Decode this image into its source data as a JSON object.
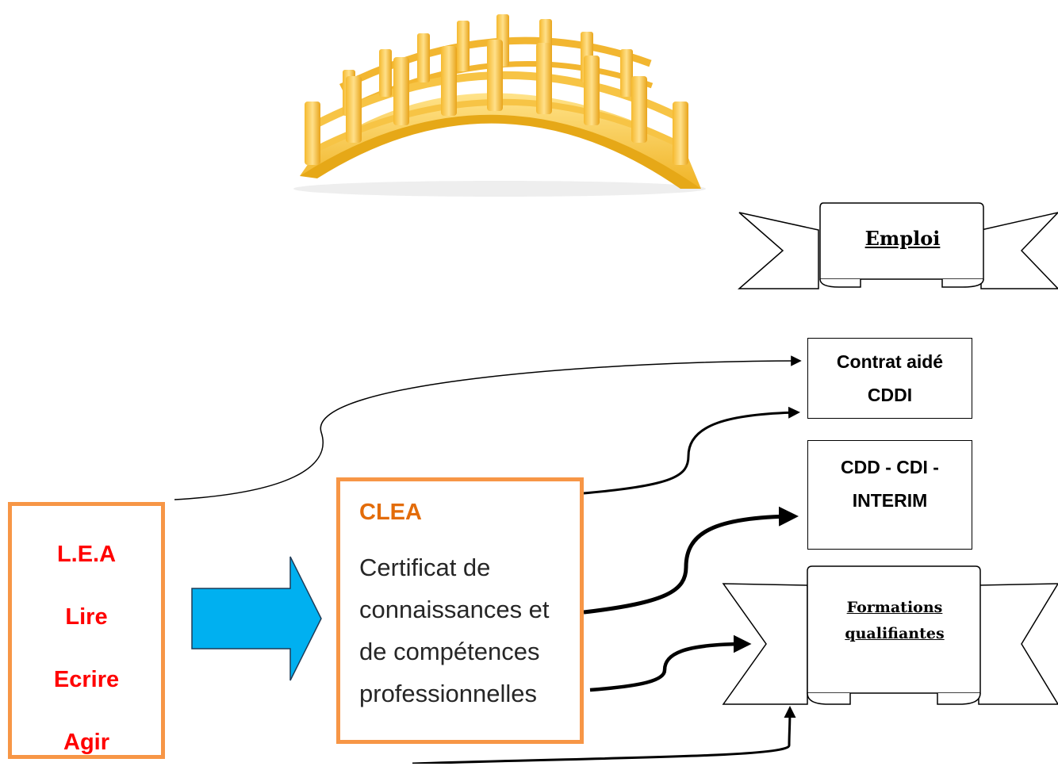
{
  "lea": {
    "lines": [
      "L.E.A",
      "Lire",
      "Ecrire",
      "Agir"
    ]
  },
  "clea": {
    "title": "CLEA",
    "description": "Certificat de\nconnaissances et\nde compétences\nprofessionnelles"
  },
  "destinations": {
    "emploi": "Emploi",
    "contrat": "Contrat aidé\nCDDI",
    "cdd": "CDD - CDI -\nINTERIM",
    "formations": "Formations\nqualifiantes"
  },
  "colors": {
    "box_border": "#f79646",
    "lea_text": "#ff0000",
    "clea_title": "#e36c09",
    "big_arrow_fill": "#00b0f0",
    "bridge_light": "#ffd966",
    "bridge_dark": "#e6a817"
  },
  "icons": {
    "bridge": "arched-bridge-illustration"
  }
}
